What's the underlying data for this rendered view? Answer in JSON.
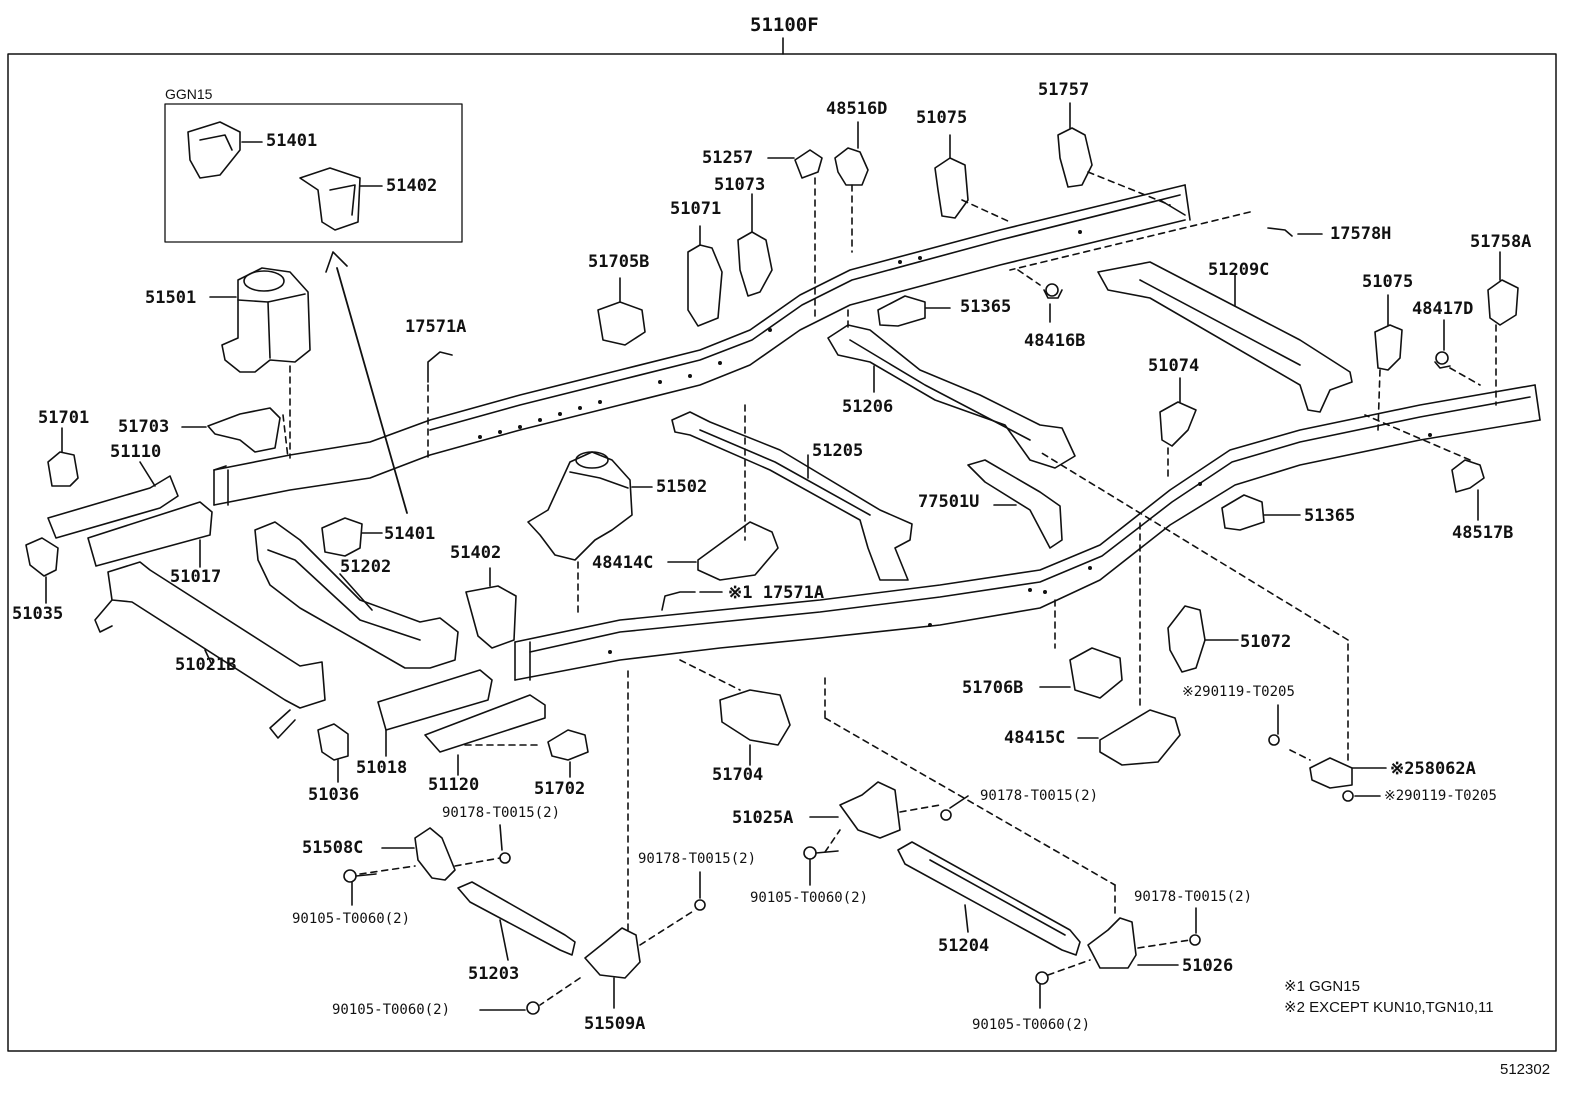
{
  "diagram": {
    "main_label": "51100F",
    "inset_title": "GGN15",
    "figure_number": "512302",
    "notes": [
      "※1 GGN15",
      "※2 EXCEPT KUN10,TGN10,11"
    ],
    "parts": {
      "p51401a": "51401",
      "p51402a": "51402",
      "p51501": "51501",
      "p17571a": "17571A",
      "p51701": "51701",
      "p51703": "51703",
      "p51110": "51110",
      "p51017": "51017",
      "p51035": "51035",
      "p51401b": "51401",
      "p51202": "51202",
      "p51021b": "51021B",
      "p51402b": "51402",
      "p51036": "51036",
      "p51018": "51018",
      "p51120": "51120",
      "p51702": "51702",
      "p51705b": "51705B",
      "p51071": "51071",
      "p51073": "51073",
      "p51257": "51257",
      "p48516d": "48516D",
      "p51075a": "51075",
      "p51757": "51757",
      "p17578h": "17578H",
      "p51365a": "51365",
      "p48416b": "48416B",
      "p51209c": "51209C",
      "p51206": "51206",
      "p51205": "51205",
      "p51502": "51502",
      "p48414c": "48414C",
      "p17571a2": "※1 17571A",
      "p51758a": "51758A",
      "p51075b": "51075",
      "p48417d": "48417D",
      "p51074": "51074",
      "p77501u": "77501U",
      "p51365b": "51365",
      "p48517b": "48517B",
      "p51072": "51072",
      "p90119a": "※290119-T0205",
      "p58062a": "※258062A",
      "p90119b": "※290119-T0205",
      "p51706b": "51706B",
      "p48415c": "48415C",
      "p51704": "51704",
      "p51025a": "51025A",
      "p90178a": "90178-T0015(2)",
      "p90105a": "90105-T0060(2)",
      "p51204": "51204",
      "p90178b": "90178-T0015(2)",
      "p51026": "51026",
      "p90105b": "90105-T0060(2)",
      "p51508c": "51508C",
      "p90178c": "90178-T0015(2)",
      "p90105c": "90105-T0060(2)",
      "p51203": "51203",
      "p90178d": "90178-T0015(2)",
      "p90105d": "90105-T0060(2)",
      "p51509a": "51509A"
    }
  }
}
